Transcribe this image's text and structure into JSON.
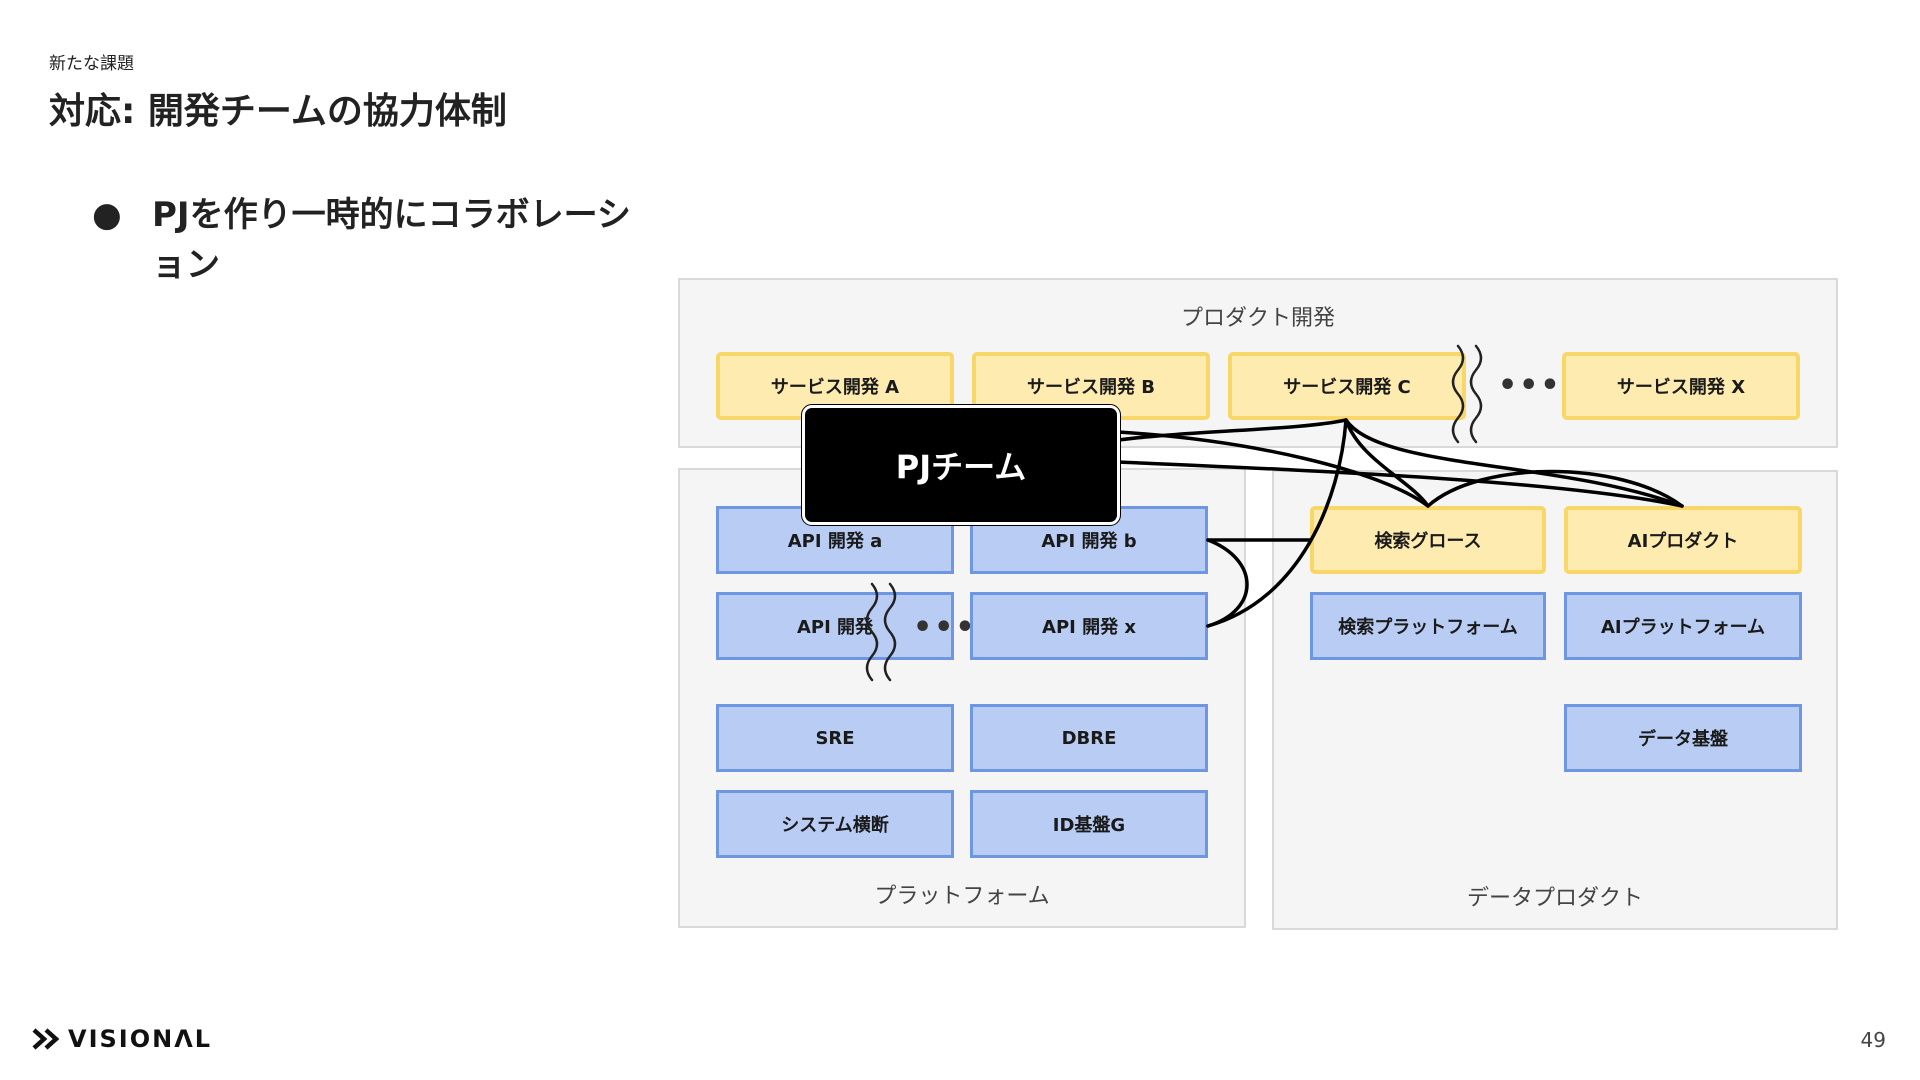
{
  "header": {
    "section": "新たな課題",
    "title": "対応: 開発チームの協力体制"
  },
  "bullets": [
    {
      "marker": "●",
      "text": "PJを作り一時的にコラボレーション"
    }
  ],
  "diagram": {
    "product_dev": {
      "label": "プロダクト開発",
      "teams": [
        "サービス開発 A",
        "サービス開発 B",
        "サービス開発 C",
        "サービス開発 X"
      ],
      "ellipsis": "•••"
    },
    "platform": {
      "label": "プラットフォーム",
      "api_teams": [
        "API 開発 a",
        "API 開発 b",
        "API 開発",
        "API 開発 x"
      ],
      "ellipsis": "•••",
      "other_teams": [
        "SRE",
        "DBRE",
        "システム横断",
        "ID基盤G"
      ]
    },
    "data_product": {
      "label": "データプロダクト",
      "product_teams": [
        "検索グロース",
        "AIプロダクト"
      ],
      "platform_teams": [
        "検索プラットフォーム",
        "AIプラットフォーム",
        "データ基盤"
      ]
    },
    "pj_team": "PJチーム",
    "colors": {
      "product_fill": "#fdebb0",
      "product_border": "#f8d768",
      "platform_fill": "#b8ccf4",
      "platform_border": "#6d97e3",
      "pj_fill": "#000000"
    }
  },
  "footer": {
    "logo_text": "VISIONΛL",
    "logo_icon": "double-chevron-right-icon",
    "page_number": "49"
  }
}
